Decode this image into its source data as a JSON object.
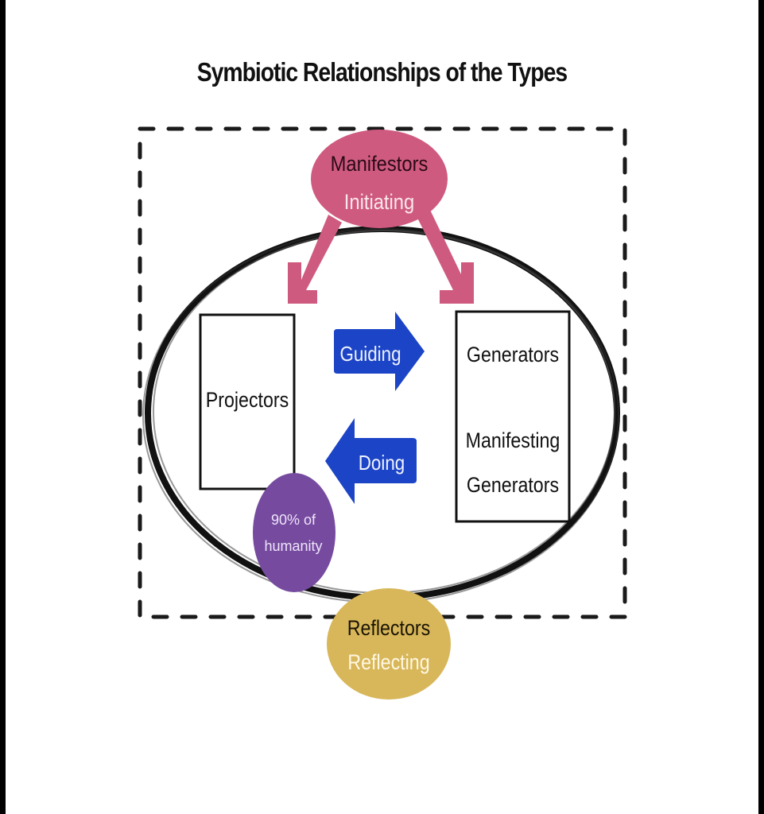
{
  "title": "Symbiotic Relationships of the Types",
  "colors": {
    "manifestor": "#cf5a7f",
    "arrow_blue": "#1c44c6",
    "projector_circle": "#764b9f",
    "reflector": "#d8b75a",
    "outline": "#111111"
  },
  "nodes": {
    "manifestors": {
      "name": "Manifestors",
      "role": "Initiating"
    },
    "projectors": {
      "name": "Projectors"
    },
    "generators": {
      "name": "Generators",
      "sub_line1": "Manifesting",
      "sub_line2": "Generators"
    },
    "reflectors": {
      "name": "Reflectors",
      "role": "Reflecting"
    },
    "humanity_badge": {
      "line1": "90% of",
      "line2": "humanity"
    }
  },
  "arrows": {
    "guiding": {
      "label": "Guiding",
      "direction": "right"
    },
    "doing": {
      "label": "Doing",
      "direction": "left"
    }
  }
}
